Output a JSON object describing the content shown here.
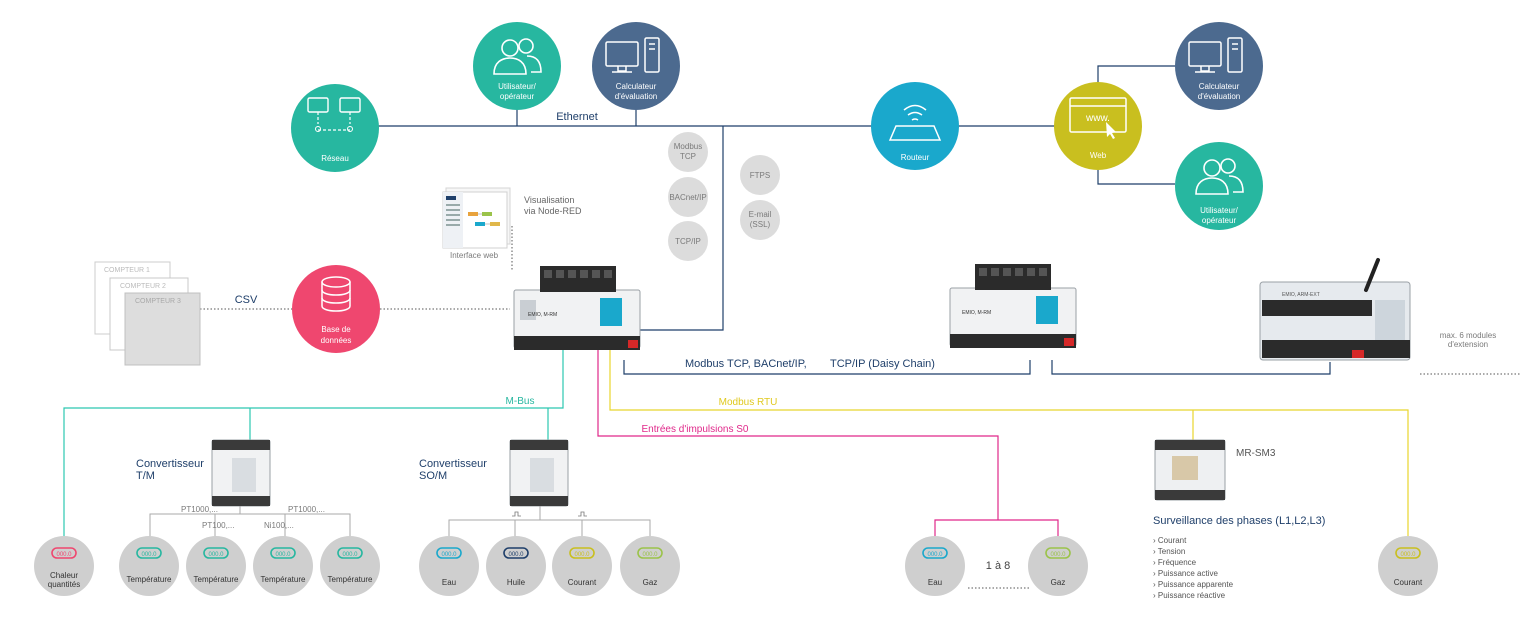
{
  "colors": {
    "teal": "#27b7a0",
    "navy": "#4c6a8f",
    "cyan": "#1aa8cc",
    "olive": "#c9bf1f",
    "pink": "#ef476f",
    "grey": "#cfcfcf",
    "line_navy": "#1f3f6a",
    "line_teal": "#2cc7b0",
    "line_yellow": "#e8d52d",
    "line_magenta": "#e0288a"
  },
  "nodes": {
    "reseau": "Réseau",
    "utilisateur_top": [
      "Utilisateur/",
      "opérateur"
    ],
    "calculateur_top": [
      "Calculateur",
      "d'évaluation"
    ],
    "routeur": "Routeur",
    "web": "Web",
    "calculateur_right": [
      "Calculateur",
      "d'évaluation"
    ],
    "utilisateur_right": [
      "Utilisateur/",
      "opérateur"
    ],
    "base": [
      "Base de",
      "données"
    ]
  },
  "protocols": {
    "modbus_tcp": [
      "Modbus",
      "TCP"
    ],
    "bacnet_ip": "BACnet/IP",
    "tcp_ip": "TCP/IP",
    "ftps": "FTPS",
    "email": [
      "E-mail",
      "(SSL)"
    ]
  },
  "labels": {
    "ethernet": "Ethernet",
    "visualisation": [
      "Visualisation",
      "via Node-RED"
    ],
    "interface_web": "Interface web",
    "csv": "CSV",
    "compteur1": "COMPTEUR 1",
    "compteur2": "COMPTEUR 2",
    "compteur3": "COMPTEUR 3",
    "modbus_chain_a": "Modbus TCP, BACnet/IP,",
    "modbus_chain_b": "TCP/IP (Daisy Chain)",
    "max_modules": [
      "max. 6 modules",
      "d'extension"
    ],
    "mbus": "M-Bus",
    "modbus_rtu": "Modbus RTU",
    "entrees": "Entrées d'impulsions S0",
    "conv_tm": [
      "Convertisseur",
      "T/M"
    ],
    "conv_som": [
      "Convertisseur",
      "SO/M"
    ],
    "mrsm3": "MR-SM3",
    "pt1000_a": "PT1000,...",
    "pt100": "PT100,...",
    "ni100": "Ni100,...",
    "pt1000_b": "PT1000,...",
    "one_to_eight": "1 à 8",
    "device_name_1": "EMIO, M-RM",
    "device_name_2": "EMIO, M-RM",
    "device_name_3": "EMIO, ARM-EXT"
  },
  "surveillance": {
    "title": "Surveillance des phases (L1,L2,L3)",
    "items": [
      "› Courant",
      "› Tension",
      "› Fréquence",
      "› Puissance active",
      "› Puissance apparente",
      "› Puissance réactive"
    ]
  },
  "meters": {
    "chaleur": [
      "Chaleur",
      "quantités"
    ],
    "temperature": "Température",
    "eau": "Eau",
    "huile": "Huile",
    "courant": "Courant",
    "gaz": "Gaz"
  }
}
